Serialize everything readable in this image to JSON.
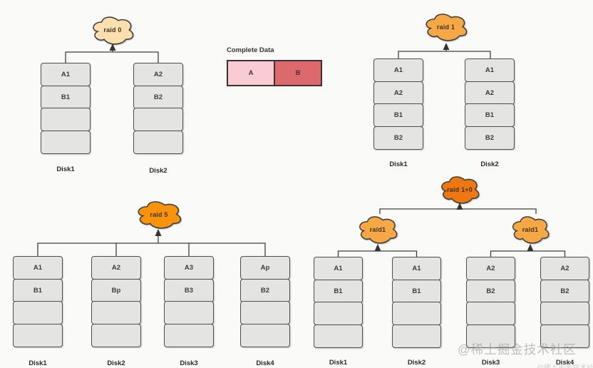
{
  "legend": {
    "title": "Complete Data",
    "block_a": {
      "label": "A",
      "color": "#f9ccd3"
    },
    "block_b": {
      "label": "B",
      "color": "#dc6a6c"
    }
  },
  "raid0": {
    "cloud_label": "raid 0",
    "cloud_color": "#fbdfae",
    "disks": [
      {
        "name": "Disk1",
        "cells": [
          "A1",
          "B1",
          "",
          ""
        ]
      },
      {
        "name": "Disk2",
        "cells": [
          "A2",
          "B2",
          "",
          ""
        ]
      }
    ]
  },
  "raid1": {
    "cloud_label": "raid 1",
    "cloud_color": "#f6a844",
    "disks": [
      {
        "name": "Disk1",
        "cells": [
          "A1",
          "A2",
          "B1",
          "B2"
        ]
      },
      {
        "name": "Disk2",
        "cells": [
          "A1",
          "A2",
          "B1",
          "B2"
        ]
      }
    ]
  },
  "raid5": {
    "cloud_label": "raid 5",
    "cloud_color": "#f8930b",
    "disks": [
      {
        "name": "Disk1",
        "cells": [
          "A1",
          "B1",
          "",
          ""
        ]
      },
      {
        "name": "Disk2",
        "cells": [
          "A2",
          "Bp",
          "",
          ""
        ]
      },
      {
        "name": "Disk3",
        "cells": [
          "A3",
          "B3",
          "",
          ""
        ]
      },
      {
        "name": "Disk4",
        "cells": [
          "Ap",
          "B2",
          "",
          ""
        ]
      }
    ]
  },
  "raid10": {
    "cloud_label": "raid 1+0",
    "cloud_color": "#ee7712",
    "subcloud_left_label": "raid1",
    "subcloud_right_label": "raid1",
    "subcloud_color": "#f6a844",
    "disks": [
      {
        "name": "Disk1",
        "cells": [
          "A1",
          "B1",
          "",
          ""
        ]
      },
      {
        "name": "Disk2",
        "cells": [
          "A1",
          "B1",
          "",
          ""
        ]
      },
      {
        "name": "Disk3",
        "cells": [
          "A2",
          "B2",
          "",
          ""
        ]
      },
      {
        "name": "Disk4",
        "cells": [
          "A2",
          "B2",
          "",
          ""
        ]
      }
    ]
  },
  "watermark": "@稀土掘金技术社区"
}
